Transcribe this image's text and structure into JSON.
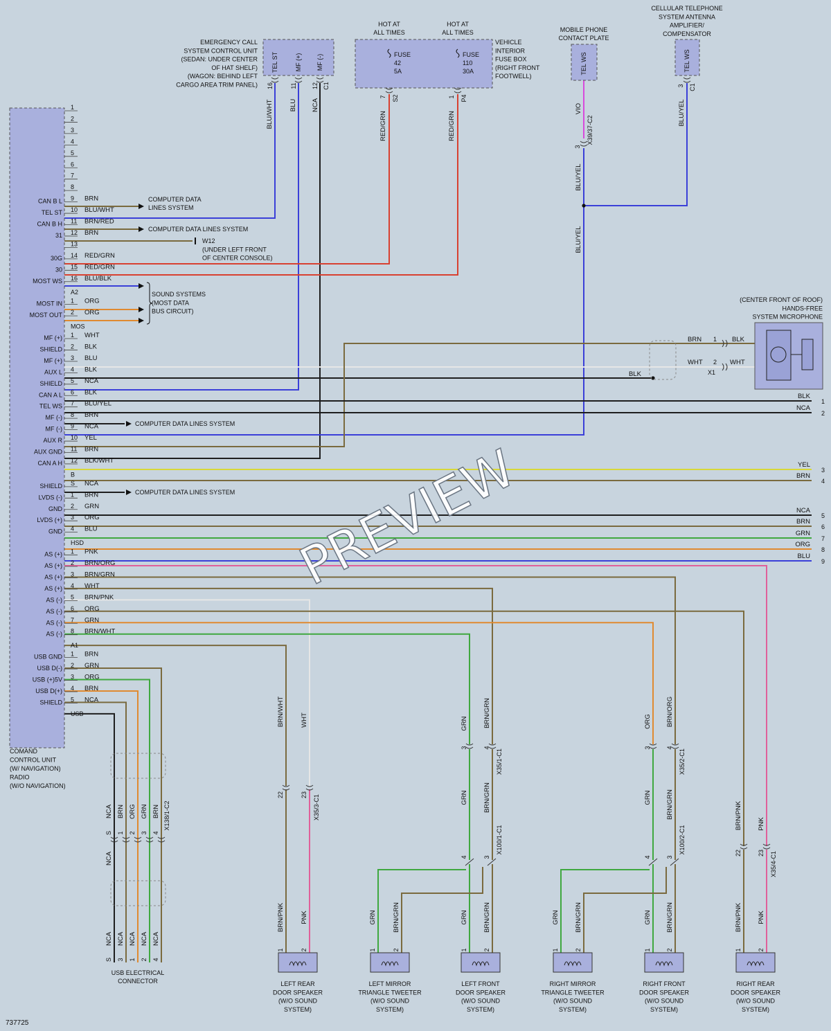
{
  "diagram_id": "737725",
  "watermark": "PREVIEW",
  "colors": {
    "background": "#c8d4de",
    "component_fill": "#a9b0dd",
    "BLK": "#1e1e1e",
    "NCA": "#1e1e1e",
    "BRN": "#7a6a3e",
    "BLU": "#3a3fd8",
    "RED": "#d84030",
    "GRN": "#3fa83f",
    "ORG": "#e08a30",
    "WHT": "#e6e6e6",
    "VIO": "#d84adc",
    "YEL": "#d8d838",
    "PNK": "#e0609a"
  },
  "components": {
    "ecall": {
      "label": [
        "EMERGENCY CALL",
        "SYSTEM CONTROL UNIT",
        "(SEDAN: UNDER CENTER",
        "OF HAT SHELF)",
        "(WAGON: BEHIND LEFT",
        "CARGO AREA TRIM PANEL)"
      ],
      "pins": [
        "TEL ST",
        "MF (+)",
        "MF (-)"
      ],
      "pin_nums": [
        "16",
        "11",
        "12"
      ],
      "connector": "C1"
    },
    "fusebox": {
      "hot1": [
        "HOT AT",
        "ALL TIMES"
      ],
      "hot2": [
        "HOT AT",
        "ALL TIMES"
      ],
      "label": [
        "VEHICLE",
        "INTERIOR",
        "FUSE BOX",
        "(RIGHT FRONT",
        "FOOTWELL)"
      ],
      "fuse1": [
        "FUSE",
        "42",
        "5A"
      ],
      "fuse2": [
        "FUSE",
        "110",
        "30A"
      ],
      "pin1": "7",
      "conn1": "S2",
      "pin2": "1",
      "conn2": "P4"
    },
    "phone_plate": {
      "label": [
        "MOBILE PHONE",
        "CONTACT PLATE"
      ],
      "pin": "TEL WS",
      "connector_pin": "3",
      "connector": "X39/37-C2"
    },
    "antenna": {
      "label": [
        "CELLULAR TELEPHONE",
        "SYSTEM ANTENNA",
        "AMPLIFIER/",
        "COMPENSATOR"
      ],
      "pin": "TEL WS",
      "pin_num": "3",
      "connector": "C1"
    },
    "microphone": {
      "label": [
        "(CENTER FRONT OF ROOF)",
        "HANDS-FREE",
        "SYSTEM MICROPHONE"
      ],
      "connector": "X1"
    },
    "comand": {
      "label": [
        "COMAND",
        "CONTROL UNIT",
        "(W/ NAVIGATION)",
        "RADIO",
        "(W/O NAVIGATION)"
      ]
    },
    "usb": {
      "label": [
        "USB ELECTRICAL",
        "CONNECTOR"
      ]
    }
  },
  "comand_pins": [
    {
      "pin": "1",
      "label": "",
      "wire": ""
    },
    {
      "pin": "2",
      "label": "",
      "wire": ""
    },
    {
      "pin": "3",
      "label": "",
      "wire": ""
    },
    {
      "pin": "4",
      "label": "",
      "wire": ""
    },
    {
      "pin": "5",
      "label": "",
      "wire": ""
    },
    {
      "pin": "6",
      "label": "",
      "wire": ""
    },
    {
      "pin": "7",
      "label": "",
      "wire": ""
    },
    {
      "pin": "8",
      "label": "",
      "wire": ""
    },
    {
      "pin": "9",
      "label": "CAN B L",
      "wire": "BRN"
    },
    {
      "pin": "10",
      "label": "TEL ST",
      "wire": "BLU/WHT"
    },
    {
      "pin": "11",
      "label": "CAN B H",
      "wire": "BRN/RED"
    },
    {
      "pin": "12",
      "label": "31",
      "wire": "BRN"
    },
    {
      "pin": "13",
      "label": "",
      "wire": ""
    },
    {
      "pin": "14",
      "label": "30G",
      "wire": "RED/GRN"
    },
    {
      "pin": "15",
      "label": "30",
      "wire": "RED/GRN"
    },
    {
      "pin": "16",
      "label": "MOST WS",
      "wire": "BLU/BLK"
    },
    {
      "pin": "",
      "label": "",
      "wire": "",
      "conn": "A2"
    },
    {
      "pin": "1",
      "label": "MOST IN",
      "wire": "ORG"
    },
    {
      "pin": "2",
      "label": "MOST OUT",
      "wire": "ORG"
    },
    {
      "pin": "",
      "label": "",
      "wire": "",
      "conn": "MOS"
    },
    {
      "pin": "1",
      "label": "MF (+)",
      "wire": "WHT"
    },
    {
      "pin": "2",
      "label": "SHIELD",
      "wire": "BLK"
    },
    {
      "pin": "3",
      "label": "MF (+)",
      "wire": "BLU"
    },
    {
      "pin": "4",
      "label": "AUX L",
      "wire": "BLK"
    },
    {
      "pin": "5",
      "label": "SHIELD",
      "wire": "NCA"
    },
    {
      "pin": "6",
      "label": "CAN A L",
      "wire": "BLK"
    },
    {
      "pin": "7",
      "label": "TEL WS",
      "wire": "BLU/YEL"
    },
    {
      "pin": "8",
      "label": "MF (-)",
      "wire": "BRN"
    },
    {
      "pin": "9",
      "label": "MF (-)",
      "wire": "NCA"
    },
    {
      "pin": "10",
      "label": "AUX R",
      "wire": "YEL"
    },
    {
      "pin": "11",
      "label": "AUX GND",
      "wire": "BRN"
    },
    {
      "pin": "12",
      "label": "CAN A H",
      "wire": "BLK/WHT"
    },
    {
      "pin": "",
      "label": "",
      "wire": "",
      "conn": "B"
    },
    {
      "pin": "S",
      "label": "SHIELD",
      "wire": "NCA"
    },
    {
      "pin": "1",
      "label": "LVDS (-)",
      "wire": "BRN"
    },
    {
      "pin": "2",
      "label": "GND",
      "wire": "GRN"
    },
    {
      "pin": "3",
      "label": "LVDS (+)",
      "wire": "ORG"
    },
    {
      "pin": "4",
      "label": "GND",
      "wire": "BLU"
    },
    {
      "pin": "",
      "label": "",
      "wire": "",
      "conn": "HSD"
    },
    {
      "pin": "1",
      "label": "AS (+)",
      "wire": "PNK"
    },
    {
      "pin": "2",
      "label": "AS (+)",
      "wire": "BRN/ORG"
    },
    {
      "pin": "3",
      "label": "AS (+)",
      "wire": "BRN/GRN"
    },
    {
      "pin": "4",
      "label": "AS (+)",
      "wire": "WHT"
    },
    {
      "pin": "5",
      "label": "AS (-)",
      "wire": "BRN/PNK"
    },
    {
      "pin": "6",
      "label": "AS (-)",
      "wire": "ORG"
    },
    {
      "pin": "7",
      "label": "AS (-)",
      "wire": "GRN"
    },
    {
      "pin": "8",
      "label": "AS (-)",
      "wire": "BRN/WHT"
    },
    {
      "pin": "",
      "label": "",
      "wire": "",
      "conn": "A1"
    },
    {
      "pin": "1",
      "label": "USB GND",
      "wire": "BRN"
    },
    {
      "pin": "2",
      "label": "USB D(-)",
      "wire": "GRN"
    },
    {
      "pin": "3",
      "label": "USB (+)5V",
      "wire": "ORG"
    },
    {
      "pin": "4",
      "label": "USB D(+)",
      "wire": "BRN"
    },
    {
      "pin": "5",
      "label": "SHIELD",
      "wire": "NCA"
    },
    {
      "pin": "",
      "label": "",
      "wire": "",
      "conn": "USB"
    }
  ],
  "references": {
    "computer_data_1": [
      "COMPUTER DATA",
      "LINES SYSTEM"
    ],
    "computer_data_2": "COMPUTER DATA LINES SYSTEM",
    "computer_data_3": "COMPUTER DATA LINES SYSTEM",
    "computer_data_4": "COMPUTER DATA LINES SYSTEM",
    "ground": [
      "W12",
      "(UNDER LEFT FRONT",
      "OF CENTER CONSOLE)"
    ],
    "sound": [
      "SOUND SYSTEMS",
      "(MOST DATA",
      "BUS CIRCUIT)"
    ]
  },
  "wire_labels": {
    "ecall_1": "BLU/WHT",
    "ecall_2": "BLU",
    "ecall_3": "NCA",
    "fuse_1": "RED/GRN",
    "fuse_2": "RED/GRN",
    "phone_1": "VIO",
    "phone_2": "BLU/YEL",
    "phone_3": "BLU/YEL",
    "antenna_1": "BLU/YEL",
    "mic_brn": "BRN",
    "mic_wht": "WHT",
    "mic_blk_l": "BLK",
    "mic_pin1": "1",
    "mic_pin2": "2",
    "mic_blk_r": "BLK",
    "mic_wht_r": "WHT"
  },
  "right_exits": [
    {
      "color": "BLK",
      "num": "1"
    },
    {
      "color": "NCA",
      "num": "2"
    },
    {
      "color": "YEL",
      "num": "3"
    },
    {
      "color": "BRN",
      "num": "4"
    },
    {
      "color": "NCA",
      "num": "5"
    },
    {
      "color": "BRN",
      "num": "6"
    },
    {
      "color": "GRN",
      "num": "7"
    },
    {
      "color": "ORG",
      "num": "8"
    },
    {
      "color": "BLU",
      "num": "9"
    }
  ],
  "usb_bundle": {
    "top_colors": [
      "NCA",
      "BRN",
      "ORG",
      "GRN",
      "BRN"
    ],
    "top_pins": [
      "S",
      "1",
      "2",
      "3",
      "4"
    ],
    "connector": "X138/1-C2",
    "mid_color": "NCA",
    "bottom_colors": [
      "NCA",
      "NCA",
      "NCA",
      "NCA",
      "NCA"
    ],
    "bottom_pins": [
      "S",
      "3",
      "1",
      "2",
      "4"
    ]
  },
  "speakers": {
    "left_rear": {
      "label": [
        "LEFT REAR",
        "DOOR SPEAKER",
        "(W/O SOUND",
        "SYSTEM)"
      ],
      "upper": [
        "BRN/WHT",
        "WHT"
      ],
      "pins": [
        "22",
        "23"
      ],
      "connector": "X35/3-C1",
      "lower": [
        "BRN/PNK",
        "PNK"
      ],
      "term": [
        "1",
        "2"
      ]
    },
    "left_mirror": {
      "label": [
        "LEFT MIRROR",
        "TRIANGLE TWEETER",
        "(W/O SOUND",
        "SYSTEM)"
      ],
      "lower": [
        "GRN",
        "BRN/GRN"
      ],
      "term": [
        "1",
        "2"
      ]
    },
    "left_front": {
      "label": [
        "LEFT FRONT",
        "DOOR SPEAKER",
        "(W/O SOUND",
        "SYSTEM)"
      ],
      "upper": [
        "GRN",
        "BRN/GRN"
      ],
      "pins": [
        "3",
        "4"
      ],
      "connector": "X35/1-C1",
      "mid": [
        "GRN",
        "BRN/GRN"
      ],
      "pins2": [
        "4",
        "3"
      ],
      "connector2": "X100/1-C1",
      "lower": [
        "GRN",
        "BRN/GRN"
      ],
      "term": [
        "1",
        "2"
      ]
    },
    "right_mirror": {
      "label": [
        "RIGHT MIRROR",
        "TRIANGLE TWEETER",
        "(W/O SOUND",
        "SYSTEM)"
      ],
      "lower": [
        "GRN",
        "BRN/GRN"
      ],
      "term": [
        "1",
        "2"
      ]
    },
    "right_front": {
      "label": [
        "RIGHT FRONT",
        "DOOR SPEAKER",
        "(W/O SOUND",
        "SYSTEM)"
      ],
      "upper": [
        "ORG",
        "BRN/ORG"
      ],
      "pins": [
        "3",
        "4"
      ],
      "connector": "X35/2-C1",
      "mid": [
        "GRN",
        "BRN/GRN"
      ],
      "pins2": [
        "4",
        "3"
      ],
      "connector2": "X100/2-C1",
      "lower": [
        "GRN",
        "BRN/GRN"
      ],
      "term": [
        "1",
        "2"
      ]
    },
    "right_rear": {
      "label": [
        "RIGHT REAR",
        "DOOR SPEAKER",
        "(W/O SOUND",
        "SYSTEM)"
      ],
      "upper": [
        "BRN/PNK",
        "PNK"
      ],
      "pins": [
        "22",
        "23"
      ],
      "connector": "X35/4-C1",
      "lower": [
        "BRN/PNK",
        "PNK"
      ],
      "term": [
        "1",
        "2"
      ]
    }
  }
}
